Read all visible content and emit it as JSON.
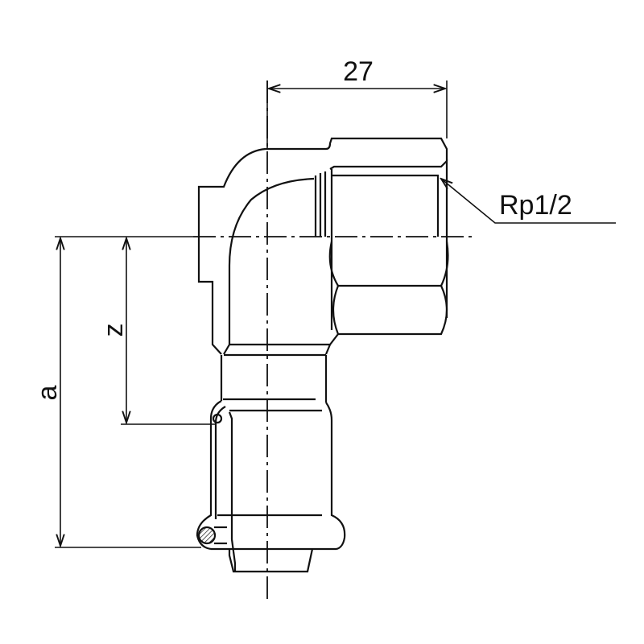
{
  "drawing": {
    "dimensions": {
      "width_value": "27",
      "thread_label": "Rp1/2",
      "a_label": "a",
      "z_label": "z"
    },
    "colors": {
      "line": "#111111",
      "background": "#ffffff"
    }
  }
}
